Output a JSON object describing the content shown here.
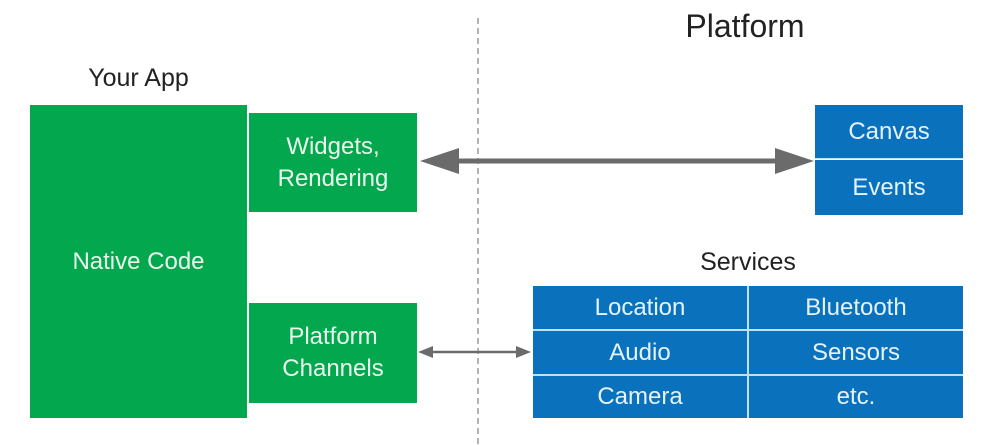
{
  "left_section": {
    "title": "Your App",
    "native_box": "Native Code",
    "widgets_box": {
      "line1": "Widgets,",
      "line2": "Rendering"
    },
    "channels_box": {
      "line1": "Platform",
      "line2": "Channels"
    }
  },
  "right_section": {
    "title": "Platform",
    "canvas_stack": [
      "Canvas",
      "Events"
    ],
    "services_title": "Services",
    "services_grid": [
      [
        "Location",
        "Bluetooth"
      ],
      [
        "Audio",
        "Sensors"
      ],
      [
        "Camera",
        "etc."
      ]
    ]
  },
  "colors": {
    "app_green": "#03a84e",
    "platform_blue": "#0a72bd",
    "arrow_gray": "#6b6b6b",
    "divider_gray": "#9a9a9a"
  },
  "connections": [
    {
      "from": "Widgets, Rendering",
      "to": "Canvas / Events",
      "type": "bidirectional-arrow",
      "weight": "thick"
    },
    {
      "from": "Platform Channels",
      "to": "Services",
      "type": "bidirectional-arrow",
      "weight": "thin"
    }
  ]
}
